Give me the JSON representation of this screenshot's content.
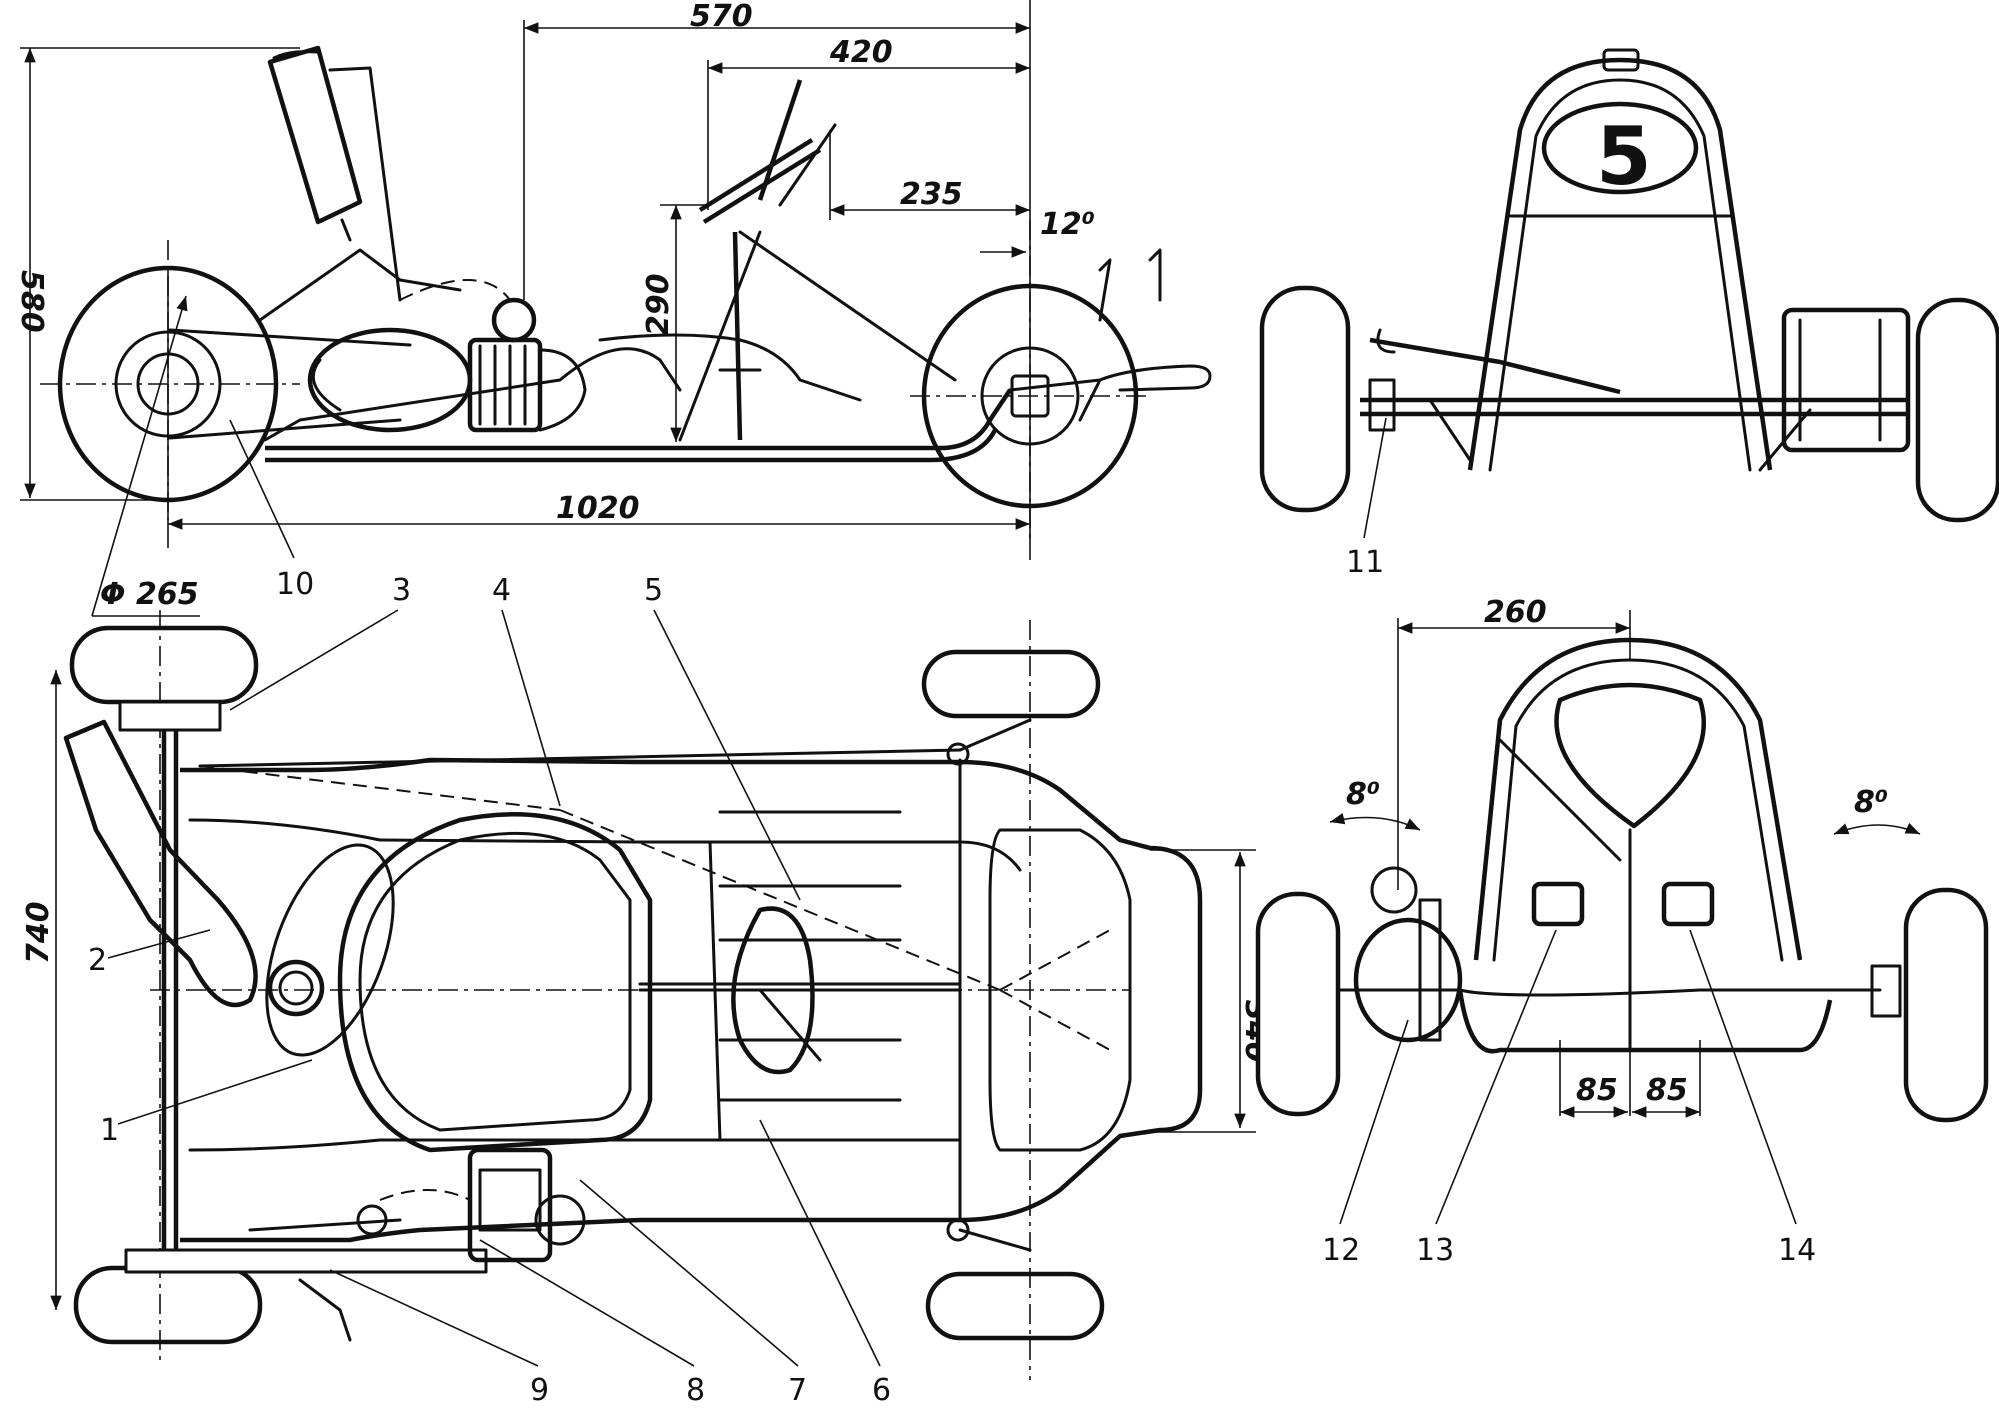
{
  "dimensions": {
    "d570": "570",
    "d420": "420",
    "d235": "235",
    "d12deg": "12⁰",
    "d580": "580",
    "d290": "290",
    "d1020": "1020",
    "dPhi265": "Φ 265",
    "d740": "740",
    "d340": "340",
    "d260": "260",
    "d8deg_left": "8⁰",
    "d8deg_right": "8⁰",
    "d85_left": "85",
    "d85_right": "85"
  },
  "kart_number": "5",
  "callouts": [
    "1",
    "2",
    "3",
    "4",
    "5",
    "6",
    "7",
    "8",
    "9",
    "10",
    "11",
    "12",
    "13",
    "14"
  ]
}
